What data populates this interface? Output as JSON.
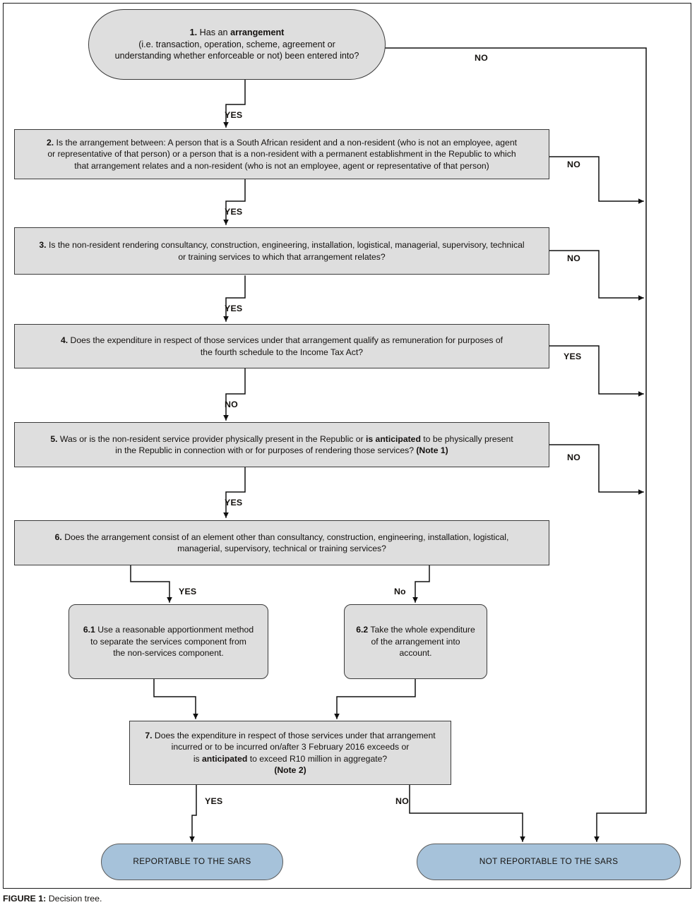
{
  "figure": {
    "caption_label": "FIGURE 1:",
    "caption_text": " Decision tree."
  },
  "colors": {
    "process_fill": "#dedede",
    "terminal_fill": "#a6c2da",
    "stroke": "#3a3a3a",
    "text": "#15120f"
  },
  "nodes": {
    "n1": {
      "id": "1.",
      "line1_a": " Has an ",
      "line1_b": "arrangement",
      "line2": "(i.e. transaction, operation, scheme, agreement or",
      "line3": "understanding whether enforceable or not) been entered into?"
    },
    "n2": {
      "id": "2.",
      "line1": " Is the arrangement between: A person that is a South African resident and a non-resident (who is not an employee, agent",
      "line2": "or representative of that person) or a person that is a non-resident with a permanent establishment in the Republic to which",
      "line3": "that arrangement relates and a non-resident (who is not an employee, agent or representative of that person)"
    },
    "n3": {
      "id": "3.",
      "line1": " Is the non-resident rendering consultancy, construction, engineering, installation, logistical, managerial, supervisory, technical",
      "line2": "or training services to which that arrangement relates?"
    },
    "n4": {
      "id": "4.",
      "line1": " Does the expenditure in respect of those services under that arrangement qualify as remuneration for purposes of",
      "line2": "the fourth schedule to the Income Tax Act?"
    },
    "n5": {
      "id": "5.",
      "line1_a": " Was or is the non-resident service provider physically present in the Republic or ",
      "line1_b": "is anticipated",
      "line1_c": " to be physically present",
      "line2_a": "in the Republic in connection with or for purposes of rendering those services? ",
      "line2_b": "(Note 1)"
    },
    "n6": {
      "id": "6.",
      "line1": " Does the arrangement consist of an element other than consultancy, construction, engineering, installation, logistical,",
      "line2": "managerial, supervisory, technical or training services?"
    },
    "n61": {
      "id": "6.1",
      "line1": " Use a reasonable apportionment method",
      "line2": "to separate the services component from",
      "line3": "the non-services component."
    },
    "n62": {
      "id": "6.2",
      "line1": " Take the whole expenditure",
      "line2": "of the arrangement into",
      "line3": "account."
    },
    "n7": {
      "id": "7.",
      "line1": " Does the expenditure in respect of those services under that arrangement",
      "line2": "incurred or to be incurred on/after 3 February 2016 exceeds or",
      "line3_a": "is ",
      "line3_b": "anticipated",
      "line3_c": " to exceed R10 million in aggregate?",
      "line4": "(Note 2)"
    },
    "reportable": {
      "label": "REPORTABLE TO THE SARS"
    },
    "not_reportable": {
      "label": "NOT REPORTABLE TO THE SARS"
    }
  },
  "edges": {
    "e1_no": "NO",
    "e1_yes": "YES",
    "e2_no": "NO",
    "e2_yes": "YES",
    "e3_no": "NO",
    "e3_yes": "YES",
    "e4_yes": "YES",
    "e4_no": "NO",
    "e5_no": "NO",
    "e5_yes": "YES",
    "e6_yes": "YES",
    "e6_no": "No",
    "e7_yes": "YES",
    "e7_no": "NO"
  }
}
